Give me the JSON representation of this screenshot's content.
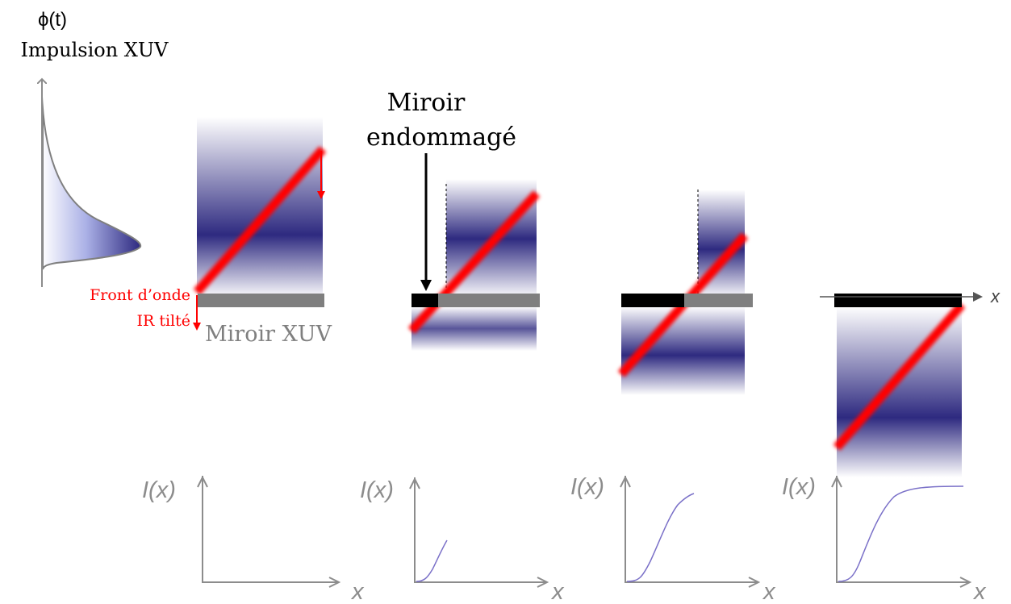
{
  "pulse": {
    "symbol": "ϕ(t)",
    "title": "Impulsion XUV"
  },
  "labels": {
    "ir_front_line1": "Front d’onde",
    "ir_front_line2": "IR tilté",
    "mirror": "Miroir XUV",
    "damaged_line1": "Miroir",
    "damaged_line2": "endommagé",
    "x_axis": "x"
  },
  "plots": [
    {
      "ylabel": "I(x)",
      "xlabel": "x"
    },
    {
      "ylabel": "I(x)",
      "xlabel": "x"
    },
    {
      "ylabel": "I(x)",
      "xlabel": "x"
    },
    {
      "ylabel": "I(x)",
      "xlabel": "x"
    }
  ],
  "colors": {
    "pulse_dark": "#2e2a80",
    "pulse_light": "#ffffff",
    "ir_front": "#ff0000",
    "mirror_intact": "#7f7f7f",
    "mirror_damaged": "#000000",
    "axis_gray": "#8c8c8c",
    "curve": "#7a70c8"
  }
}
